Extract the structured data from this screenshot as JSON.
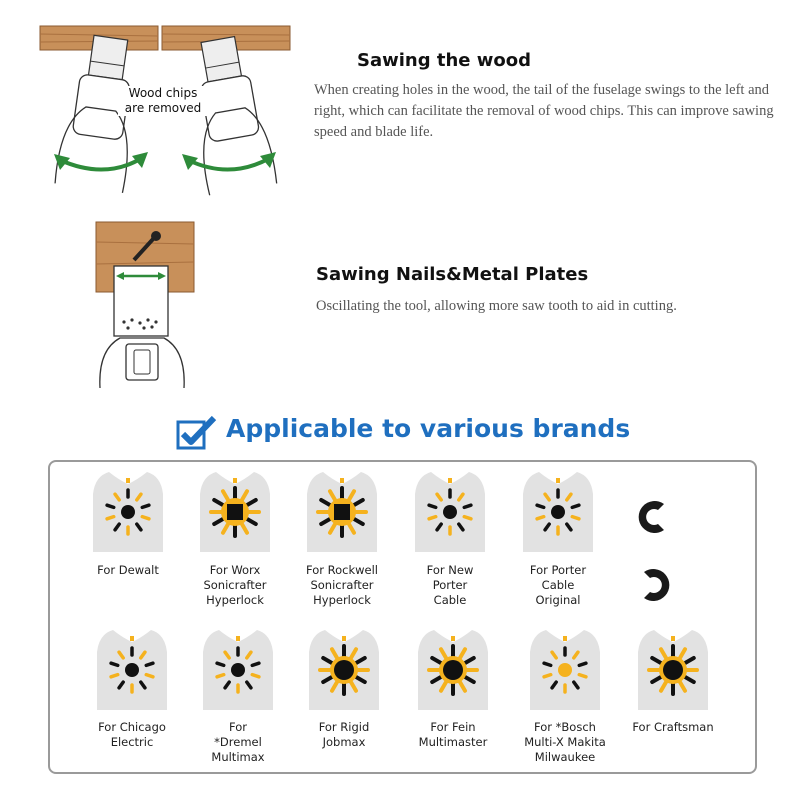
{
  "section_wood": {
    "title": "Sawing the wood",
    "description": "When creating holes in the wood, the tail of the fuselage swings to the left and right, which can facilitate the removal of wood chips. This can improve sawing speed and blade life.",
    "illustration_label": "Wood chips are removed",
    "illustration_label_line1": "Wood chips",
    "illustration_label_line2": "are removed"
  },
  "section_nails": {
    "title": "Sawing Nails&Metal Plates",
    "description": "Oscillating the tool, allowing more saw tooth to aid in cutting."
  },
  "banner": {
    "title": "Applicable to various brands",
    "icon": "checkbox-checked-icon"
  },
  "colors": {
    "accent_blue": "#1f6fbf",
    "yellow": "#f5b21e",
    "green": "#2e8b3a",
    "wood": "#c8905a"
  },
  "brands_row1": [
    {
      "lines": [
        "For Dewalt"
      ],
      "pattern": "dewalt"
    },
    {
      "lines": [
        "For Worx",
        "Sonicrafter",
        "Hyperlock"
      ],
      "pattern": "worx"
    },
    {
      "lines": [
        "For Rockwell",
        "Sonicrafter",
        "Hyperlock"
      ],
      "pattern": "rockwell"
    },
    {
      "lines": [
        "For New",
        "Porter",
        "Cable"
      ],
      "pattern": "newporter"
    },
    {
      "lines": [
        "For Porter",
        "Cable",
        "Original"
      ],
      "pattern": "porter"
    }
  ],
  "brands_row2": [
    {
      "lines": [
        "For Chicago",
        "Electric"
      ],
      "pattern": "chicago"
    },
    {
      "lines": [
        "For",
        "*Dremel",
        "Multimax"
      ],
      "pattern": "dremel"
    },
    {
      "lines": [
        "For Rigid",
        "Jobmax"
      ],
      "pattern": "rigid"
    },
    {
      "lines": [
        "For Fein",
        "Multimaster"
      ],
      "pattern": "fein"
    },
    {
      "lines": [
        "For *Bosch",
        "Multi-X Makita",
        "Milwaukee"
      ],
      "pattern": "bosch"
    },
    {
      "lines": [
        "For Craftsman"
      ],
      "pattern": "craftsman"
    }
  ]
}
